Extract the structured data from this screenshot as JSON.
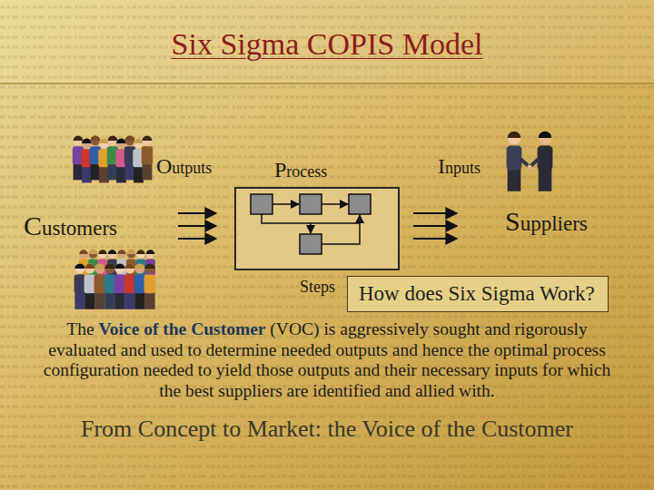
{
  "diagram": {
    "title": "Six Sigma COPIS Model",
    "caption": "From Concept to Market: the Voice of the Customer",
    "nodes": [
      {
        "text": [
          "Process",
          "Steps"
        ]
      },
      {
        "text": [
          "How does Six Sigma Work?"
        ]
      }
    ],
    "labels": [
      "Outputs",
      "Inputs",
      "Customers",
      "Suppliers",
      "The",
      "Voice of the Customer",
      "(VOC) is aggressively sought and rigorously evaluated and used to determine needed outputs and hence the optimal process configuration needed to yield those outputs and their necessary inputs for which the best suppliers are identified and allied with."
    ]
  }
}
